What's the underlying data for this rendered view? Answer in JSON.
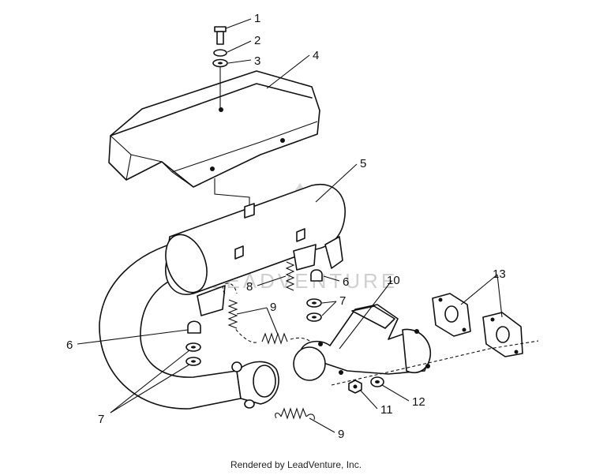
{
  "diagram": {
    "callouts": {
      "c1": "1",
      "c2": "2",
      "c3": "3",
      "c4": "4",
      "c5": "5",
      "c6a": "6",
      "c6b": "6",
      "c7a": "7",
      "c7b": "7",
      "c8": "8",
      "c9a": "9",
      "c9b": "9",
      "c10": "10",
      "c11": "11",
      "c12": "12",
      "c13": "13"
    },
    "watermark": "LEADVENTURE"
  },
  "footer": {
    "credit": "Rendered by LeadVenture, Inc."
  },
  "colors": {
    "line": "#111111",
    "background": "#ffffff",
    "watermark": "#cfcfcf"
  }
}
